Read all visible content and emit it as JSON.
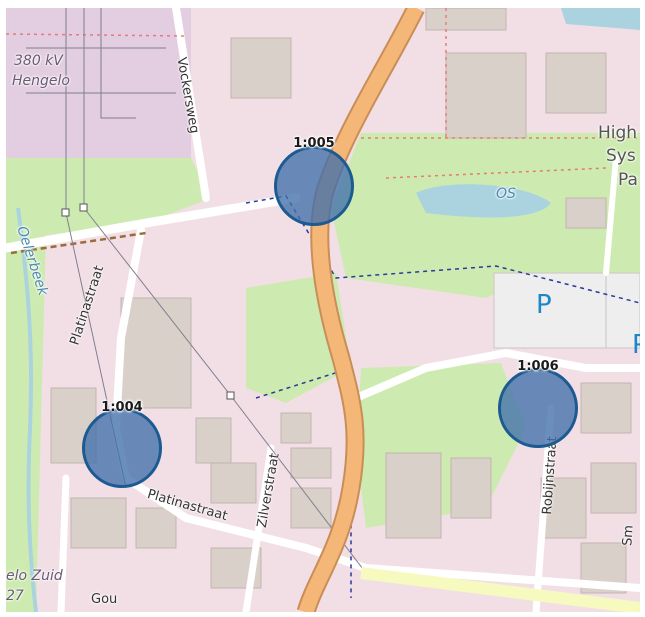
{
  "map": {
    "place_labels": {
      "substation_line1": "380 kV",
      "substation_line2": "Hengelo",
      "bottom_place_line1": "elo Zuid",
      "bottom_place_line2": "27"
    },
    "site_label": {
      "line1": "High",
      "line2": "Sys",
      "line3": "Pa"
    },
    "water_labels": {
      "stream": "Oelerbeek",
      "pond": "OS"
    },
    "parking_symbol": "P",
    "parking_symbol_2": "P",
    "streets": {
      "vockersweg": "Vockersweg",
      "platinastraat_upper": "Platinastraat",
      "platinastraat_lower": "Platinastraat",
      "zilverstraat": "Zilverstraat",
      "robijnstraat": "Robijnstraat",
      "goud_partial": "Gou",
      "sm_partial": "Sm"
    }
  },
  "markers": [
    {
      "id": "1:005",
      "label": "1:005"
    },
    {
      "id": "1:004",
      "label": "1:004"
    },
    {
      "id": "1:006",
      "label": "1:006"
    }
  ],
  "colors": {
    "marker_fill": "#4170aa",
    "marker_stroke": "#1c5a92",
    "main_road": "#f4b777",
    "residential": "#f2dfe6",
    "grass": "#cdebb0",
    "building": "#d9d0c9",
    "water": "#aad3df",
    "parking": "#eeeeee"
  }
}
